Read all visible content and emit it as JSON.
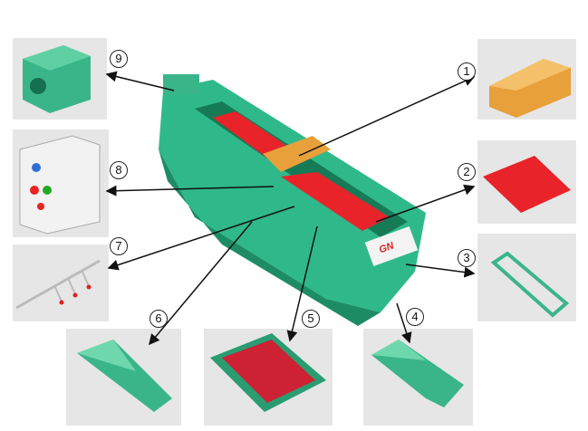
{
  "logo": {
    "brand": "GN",
    "subtitle": "冠能固控"
  },
  "callouts": [
    {
      "id": "1",
      "part": "vibration-motor"
    },
    {
      "id": "2",
      "part": "screen-panel"
    },
    {
      "id": "3",
      "part": "screen-frame"
    },
    {
      "id": "4",
      "part": "feed-hopper"
    },
    {
      "id": "5",
      "part": "screen-deck"
    },
    {
      "id": "6",
      "part": "bottom-tank"
    },
    {
      "id": "7",
      "part": "spray-pipe"
    },
    {
      "id": "8",
      "part": "control-box"
    },
    {
      "id": "9",
      "part": "junction-box"
    }
  ],
  "colors": {
    "machine": "#2fb98a",
    "machine_dark": "#1d8c64",
    "screen": "#e8232a",
    "motor": "#e8a03a",
    "panel_bg": "#e6e6e6"
  }
}
